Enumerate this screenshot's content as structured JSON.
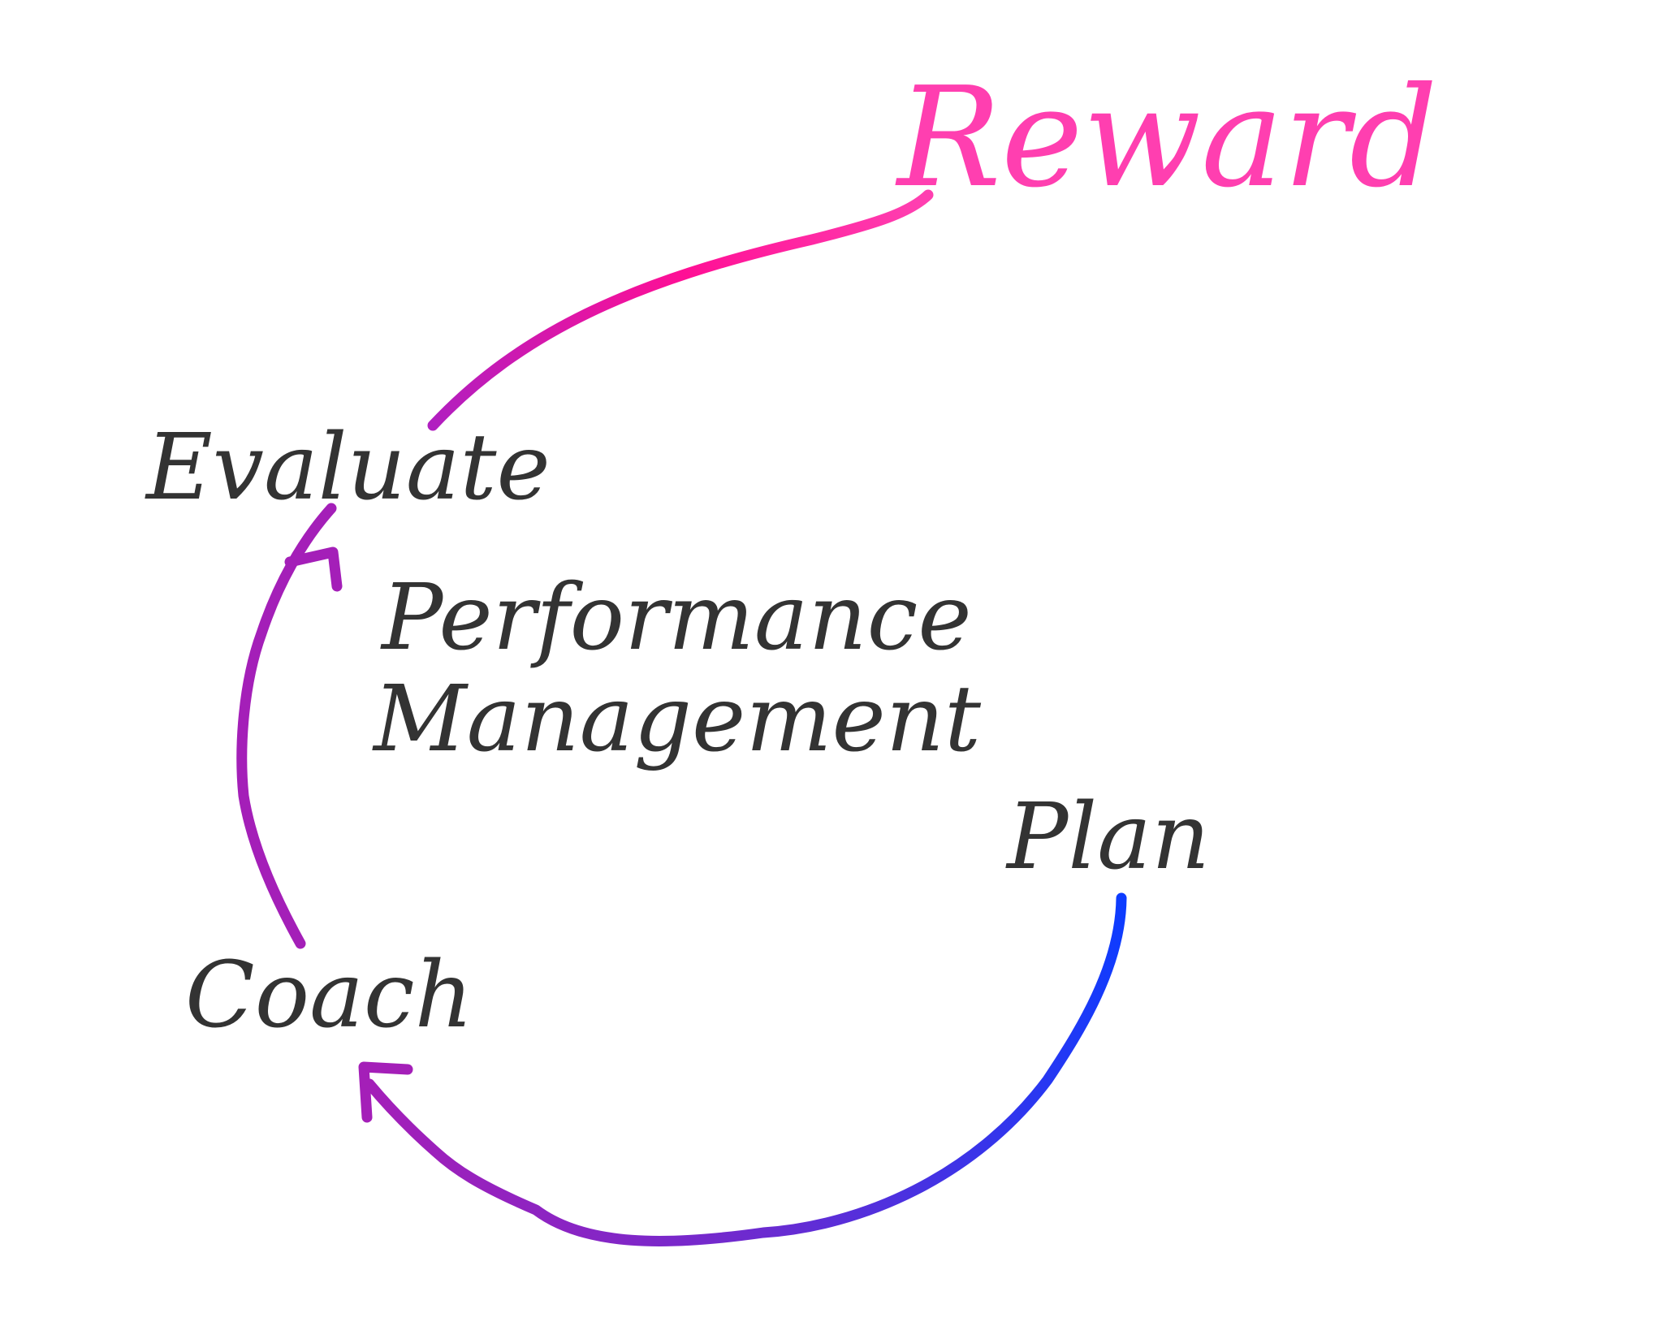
{
  "labels": {
    "reward": "Reward",
    "evaluate": "Evaluate",
    "center_line1": "Performance",
    "center_line2": "Management",
    "plan": "Plan",
    "coach": "Coach"
  },
  "colors": {
    "text": "#333333",
    "reward": "#ff3fb0",
    "pink": "#f0108f",
    "purple": "#a41fb8",
    "blue": "#0d3cff"
  },
  "cycle_order": [
    "Plan",
    "Coach",
    "Evaluate",
    "Reward"
  ]
}
